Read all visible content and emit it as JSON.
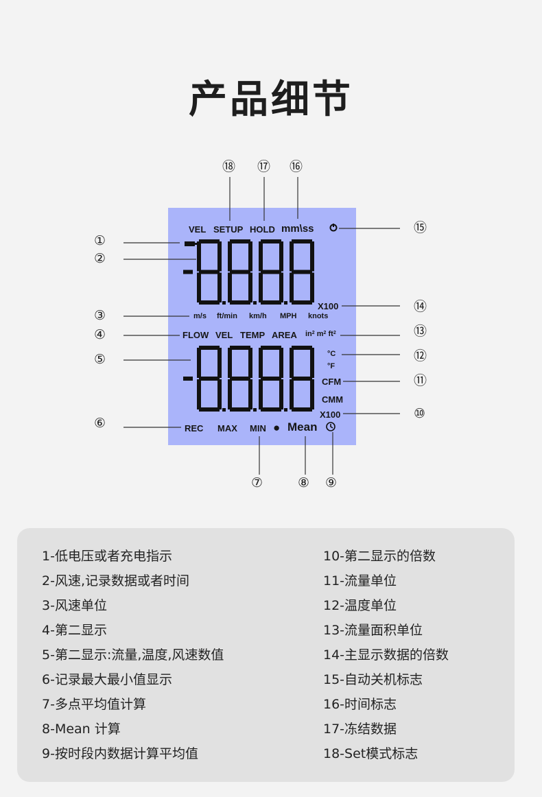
{
  "title": "产品细节",
  "lcd": {
    "top_labels": {
      "vel": "VEL",
      "setup": "SETUP",
      "hold": "HOLD",
      "mmss": "mm\\ss"
    },
    "primary_digits": "-8.8.8.8",
    "primary_multiplier": "X100",
    "speed_units": [
      "m/s",
      "ft/min",
      "km/h",
      "MPH",
      "knots"
    ],
    "secondary_modes": [
      "FLOW",
      "VEL",
      "TEMP",
      "AREA"
    ],
    "area_units": {
      "in": "in",
      "m": "m",
      "ft": "ft",
      "sq": "2"
    },
    "temp_units": {
      "c": "°C",
      "f": "°F"
    },
    "flow_units": {
      "cfm": "CFM",
      "cmm": "CMM"
    },
    "secondary_digits": "-8.8.8.8",
    "secondary_multiplier": "X100",
    "bottom_labels": {
      "rec": "REC",
      "max": "MAX",
      "min": "MIN",
      "dot": "●",
      "mean": "Mean"
    }
  },
  "callouts": [
    "①",
    "②",
    "③",
    "④",
    "⑤",
    "⑥",
    "⑦",
    "⑧",
    "⑨",
    "⑩",
    "⑪",
    "⑫",
    "⑬",
    "⑭",
    "⑮",
    "⑯",
    "⑰",
    "⑱"
  ],
  "legend": {
    "left": [
      "1-低电压或者充电指示",
      "2-风速,记录数据或者时间",
      "3-风速单位",
      "4-第二显示",
      "5-第二显示:流量,温度,风速数值",
      "6-记录最大最小值显示",
      "7-多点平均值计算",
      "8-Mean 计算",
      "9-按时段内数据计算平均值"
    ],
    "right": [
      "10-第二显示的倍数",
      "11-流量单位",
      "12-温度单位",
      "13-流量面积单位",
      "14-主显示数据的倍数",
      "15-自动关机标志",
      "16-时间标志",
      "17-冻结数据",
      "18-Set模式标志"
    ]
  }
}
